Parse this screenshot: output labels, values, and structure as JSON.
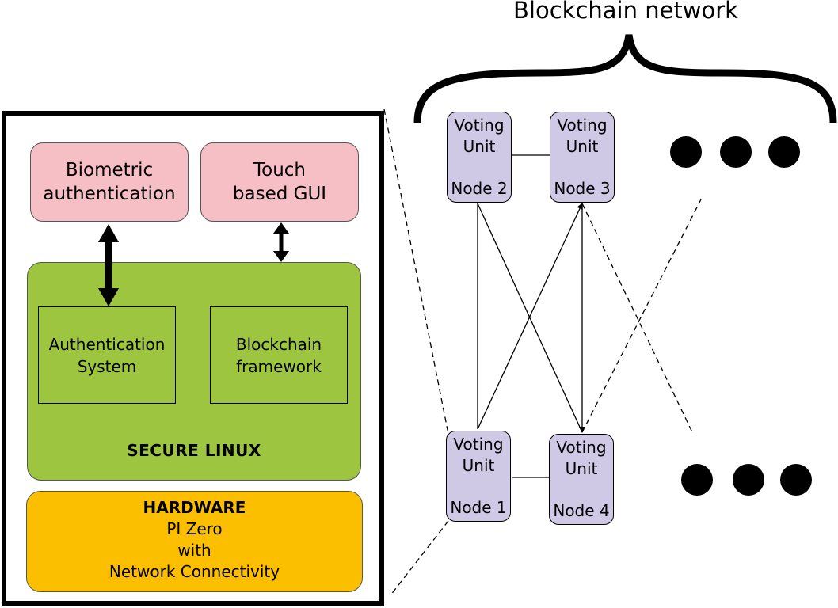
{
  "title": "Blockchain network",
  "device": {
    "biometric_label": "Biometric\nauthentication",
    "gui_label": "Touch\nbased GUI",
    "auth_label": "Authentication\nSystem",
    "blockchain_label": "Blockchain\nframework",
    "linux_label": "SECURE LINUX",
    "hardware": {
      "title": "HARDWARE",
      "line1": "PI Zero",
      "line2": "with",
      "line3": "Network Connectivity"
    }
  },
  "nodes": [
    {
      "unit": "Voting\nUnit",
      "id": "Node 2"
    },
    {
      "unit": "Voting\nUnit",
      "id": "Node 3"
    },
    {
      "unit": "Voting\nUnit",
      "id": "Node 1"
    },
    {
      "unit": "Voting\nUnit",
      "id": "Node 4"
    }
  ],
  "colors": {
    "pink": "#f6bfc6",
    "green": "#9dc53f",
    "yellow": "#fbbf00",
    "node": "#d0c9e6"
  }
}
